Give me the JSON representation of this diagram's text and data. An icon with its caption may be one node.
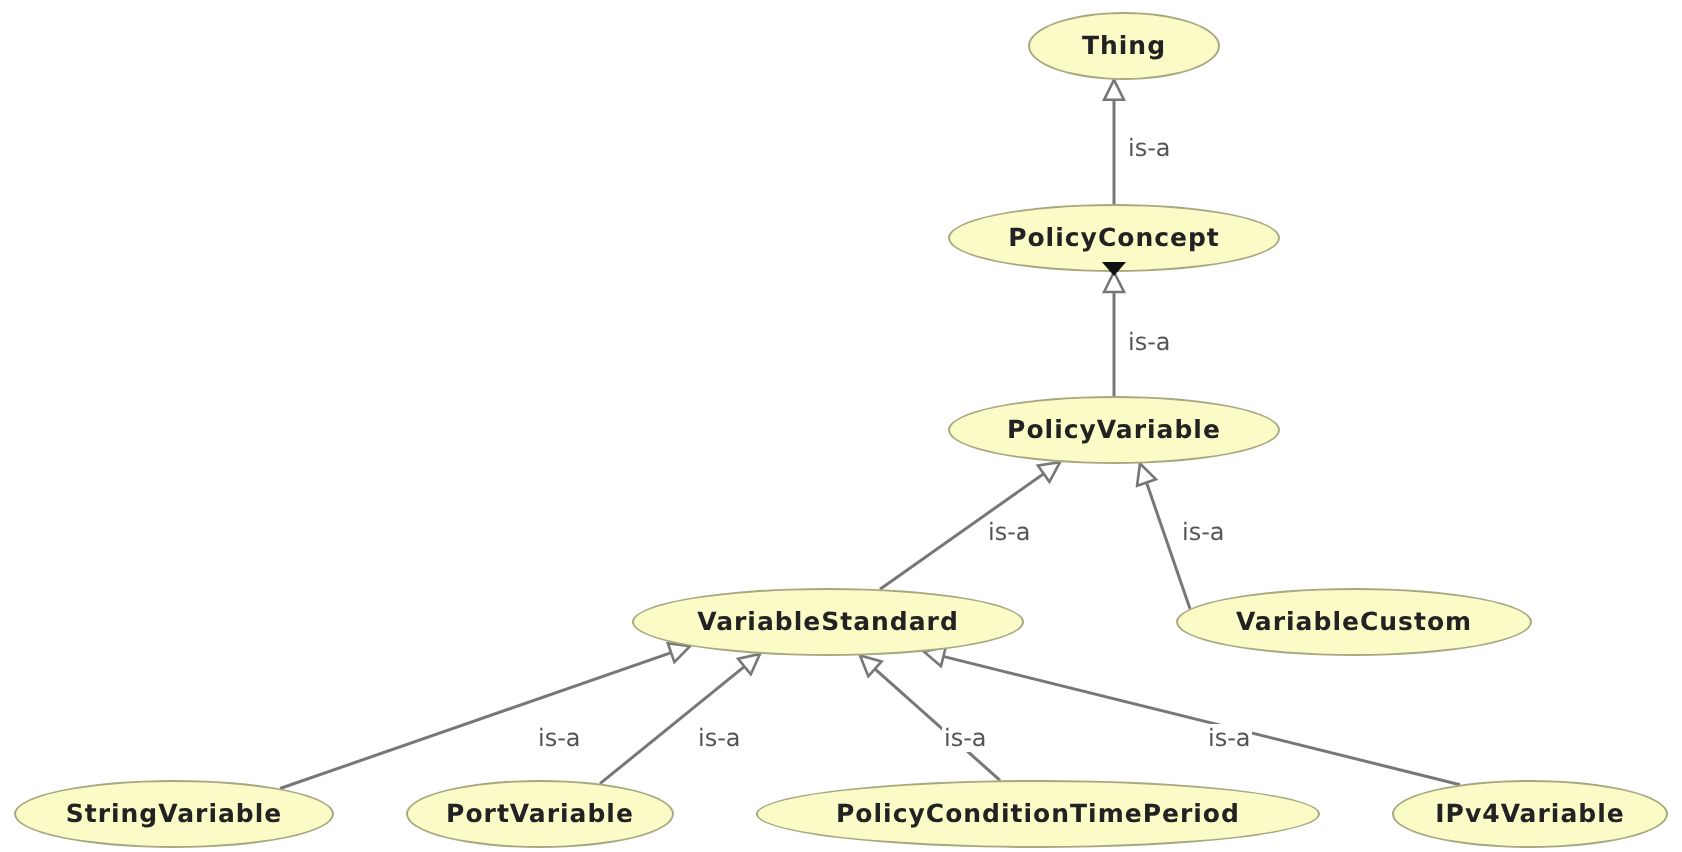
{
  "diagram": {
    "nodes": [
      {
        "text": [
          "Thing"
        ]
      },
      {
        "text": [
          "PolicyConcept"
        ]
      },
      {
        "text": [
          "PolicyVariable"
        ]
      },
      {
        "text": [
          "VariableStandard"
        ]
      },
      {
        "text": [
          "VariableCustom"
        ]
      },
      {
        "text": [
          "StringVariable"
        ]
      },
      {
        "text": [
          "PortVariable"
        ]
      },
      {
        "text": [
          "PolicyConditionTimePeriod"
        ]
      },
      {
        "text": [
          "IPv4Variable"
        ]
      }
    ],
    "edges": [
      {
        "from": 1,
        "to": 0,
        "arrow": "to",
        "label": "is-a"
      },
      {
        "from": 2,
        "to": 1,
        "arrow": "to",
        "label": "is-a"
      },
      {
        "from": 3,
        "to": 2,
        "arrow": "to",
        "label": "is-a"
      },
      {
        "from": 4,
        "to": 2,
        "arrow": "to",
        "label": "is-a"
      },
      {
        "from": 5,
        "to": 3,
        "arrow": "to",
        "label": "is-a"
      },
      {
        "from": 6,
        "to": 3,
        "arrow": "to",
        "label": "is-a"
      },
      {
        "from": 7,
        "to": 3,
        "arrow": "to",
        "label": "is-a"
      },
      {
        "from": 8,
        "to": 3,
        "arrow": "to",
        "label": "is-a"
      }
    ]
  }
}
